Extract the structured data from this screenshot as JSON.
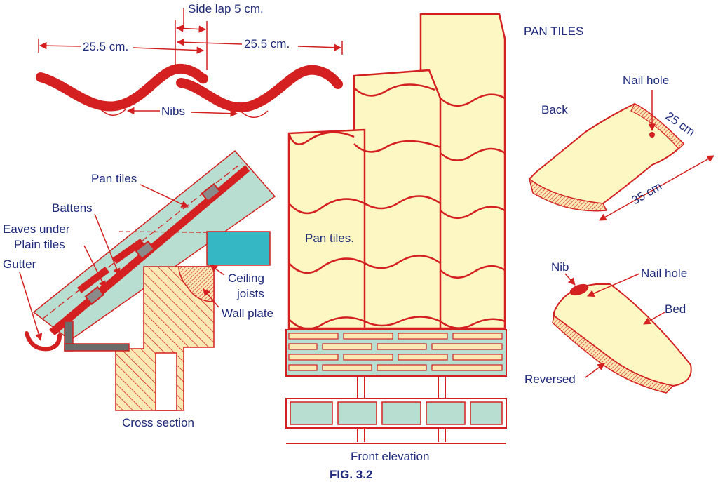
{
  "colors": {
    "outline": "#d42020",
    "label": "#1f2a7a",
    "tile_fill": "#fdf7c3",
    "roof_green": "#b7ded0",
    "ceiling_blue": "#36b7c4",
    "wood_fill": "#fbe9b3",
    "batten_grey": "#8a8a8a"
  },
  "labels": {
    "side_lap": "Side lap 5 cm.",
    "dim_left": "25.5 cm.",
    "dim_right": "25.5 cm.",
    "nibs": "Nibs",
    "pan_tiles_title": "PAN TILES",
    "back": "Back",
    "nail_hole_top": "Nail hole",
    "dim_25": "25 cm",
    "dim_35": "35 cm",
    "nib": "Nib",
    "nail_hole_bottom": "Nail hole",
    "bed": "Bed",
    "reversed": "Reversed",
    "pan_tiles_section": "Pan tiles",
    "battens": "Battens",
    "eaves_under_1": "Eaves under",
    "eaves_under_2": "Plain tiles",
    "gutter": "Gutter",
    "ceiling_1": "Ceiling",
    "ceiling_2": "joists",
    "wall_plate": "Wall plate",
    "cross_section": "Cross section",
    "pan_tiles_elev": "Pan tiles.",
    "front_elevation": "Front elevation",
    "fig": "FIG. 3.2"
  }
}
